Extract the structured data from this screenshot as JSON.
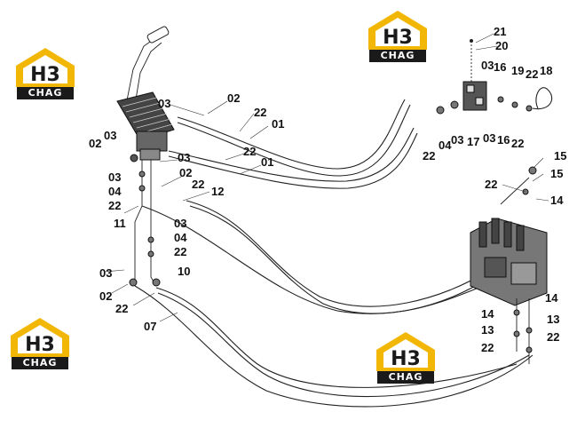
{
  "brand": {
    "logo_mark": "H3",
    "logo_text": "CHAG",
    "colors": {
      "yellow": "#f2b705",
      "dark": "#1a1a1a"
    }
  },
  "labels": {
    "l01a": "01",
    "l01b": "01",
    "l02a": "02",
    "l02b": "02",
    "l02c": "02",
    "l02d": "02",
    "l03a": "03",
    "l03b": "03",
    "l03c": "03",
    "l03d": "03",
    "l03e": "03",
    "l03f": "03",
    "l03g": "03",
    "l03h": "03",
    "l04a": "04",
    "l04b": "04",
    "l04c": "04",
    "l07": "07",
    "l10": "10",
    "l11": "11",
    "l12": "12",
    "l13a": "13",
    "l13b": "13",
    "l14a": "14",
    "l14b": "14",
    "l14c": "14",
    "l15a": "15",
    "l15b": "15",
    "l16a": "16",
    "l16b": "16",
    "l17": "17",
    "l18": "18",
    "l19": "19",
    "l20": "20",
    "l21": "21",
    "l22a": "22",
    "l22b": "22",
    "l22c": "22",
    "l22d": "22",
    "l22e": "22",
    "l22f": "22",
    "l22g": "22",
    "l22h": "22",
    "l22i": "22",
    "l22j": "22",
    "l22k": "22",
    "l22l": "22"
  }
}
